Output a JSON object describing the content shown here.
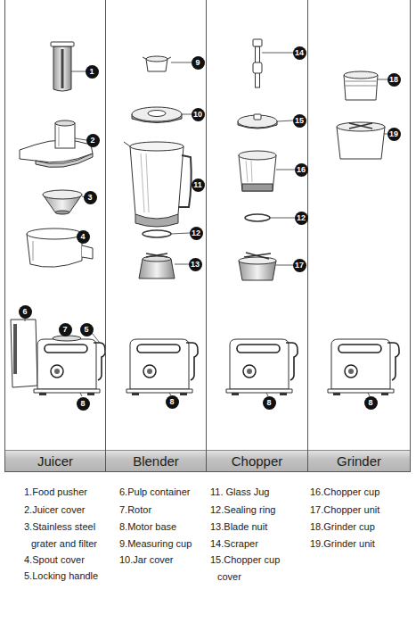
{
  "diagram": {
    "nodes": [
      {
        "text": [
          "Juicer"
        ]
      },
      {
        "text": [
          "1"
        ],
        "in": 0
      },
      {
        "text": [
          "2"
        ],
        "in": 0
      },
      {
        "text": [
          "3"
        ],
        "in": 0
      },
      {
        "text": [
          "4"
        ],
        "in": 0
      },
      {
        "text": [
          "6"
        ],
        "in": 0
      },
      {
        "text": [
          "7"
        ],
        "in": 0
      },
      {
        "text": [
          "5"
        ],
        "in": 0
      },
      {
        "text": [
          "8"
        ],
        "in": 0
      },
      {
        "text": [
          "Blender"
        ]
      },
      {
        "text": [
          "9"
        ],
        "in": 9
      },
      {
        "text": [
          "10"
        ],
        "in": 9
      },
      {
        "text": [
          "11"
        ],
        "in": 9
      },
      {
        "text": [
          "12"
        ],
        "in": 9
      },
      {
        "text": [
          "13"
        ],
        "in": 9
      },
      {
        "text": [
          "8"
        ],
        "in": 9
      },
      {
        "text": [
          "Chopper"
        ]
      },
      {
        "text": [
          "14"
        ],
        "in": 16
      },
      {
        "text": [
          "15"
        ],
        "in": 16
      },
      {
        "text": [
          "16"
        ],
        "in": 16
      },
      {
        "text": [
          "12"
        ],
        "in": 16
      },
      {
        "text": [
          "17"
        ],
        "in": 16
      },
      {
        "text": [
          "8"
        ],
        "in": 16
      },
      {
        "text": [
          "Grinder"
        ]
      },
      {
        "text": [
          "18"
        ],
        "in": 23
      },
      {
        "text": [
          "19"
        ],
        "in": 23
      },
      {
        "text": [
          "8"
        ],
        "in": 23
      }
    ],
    "labels": [
      "1.Food pusher",
      "2.Juicer cover",
      "3.Stainless steel grater and filter",
      "4.Spout cover",
      "5.Locking handle",
      "6.Pulp container",
      "7.Rotor",
      "8.Motor base",
      "9.Measuring cup",
      "10.Jar cover",
      "11. Glass Jug",
      "12.Sealing ring",
      "13.Blade nuit",
      "14.Scraper",
      "15.Chopper cup cover",
      "16.Chopper cup",
      "17.Chopper unit",
      "18.Grinder cup",
      "19.Grinder unit"
    ]
  }
}
